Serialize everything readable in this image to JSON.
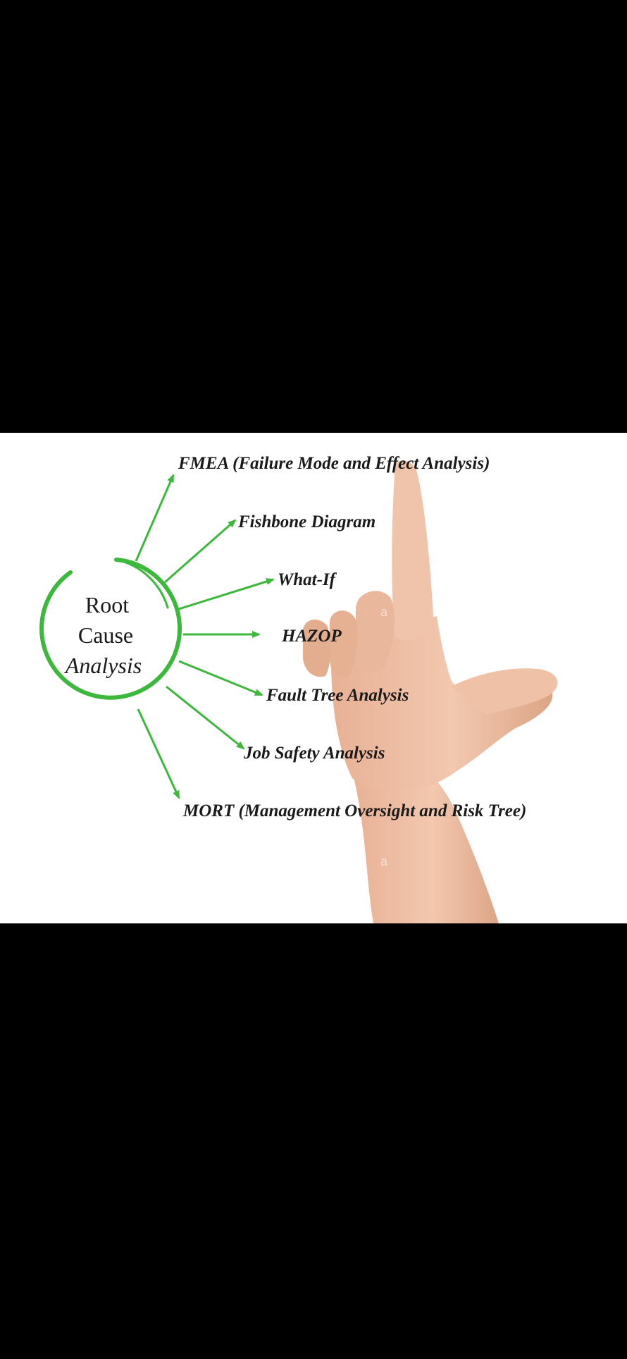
{
  "diagram": {
    "center": {
      "lines": [
        "Root",
        "Cause",
        "Analysis"
      ]
    },
    "methods": [
      "FMEA (Failure Mode and Effect Analysis)",
      "Fishbone Diagram",
      "What-If",
      "HAZOP",
      "Fault Tree Analysis",
      "Job Safety Analysis",
      "MORT (Management Oversight and Risk Tree)"
    ],
    "accent_color": "#3cb83c",
    "watermark": "a"
  },
  "photo": {
    "subject": "hand-pointing-gesture"
  }
}
